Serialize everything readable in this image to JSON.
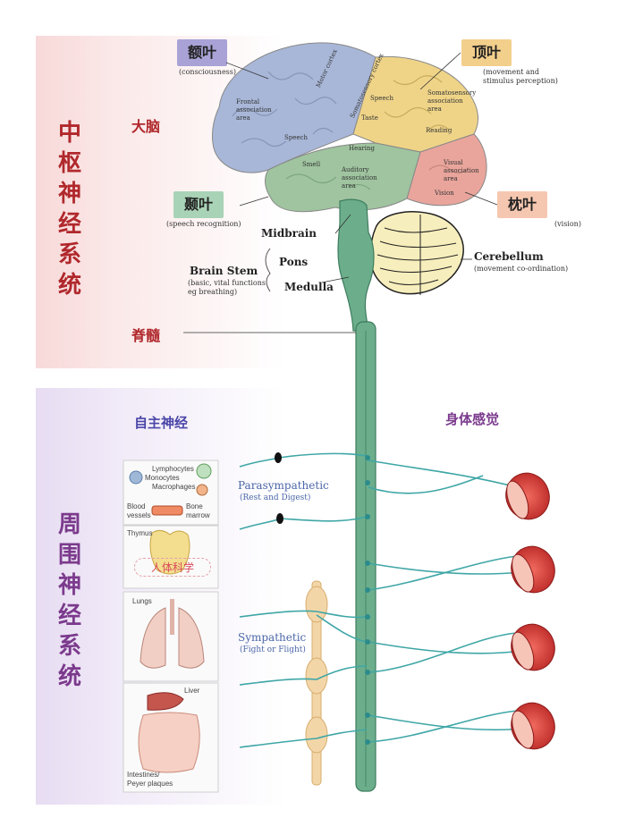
{
  "cns": {
    "title": "中枢神经系统",
    "cerebrum_label": "大脑",
    "spinal_label": "脊髓"
  },
  "pns": {
    "title": "周围神经系统",
    "autonomic_label": "自主神经",
    "somatic_label": "身体感觉",
    "parasympathetic": "Parasympathetic",
    "parasympathetic_sub": "(Rest and Digest)",
    "sympathetic": "Sympathetic",
    "sympathetic_sub": "(Fight or Flight)"
  },
  "lobes": {
    "frontal": {
      "label": "额叶",
      "note": "(consciousness)",
      "color": "#a8a2d6"
    },
    "parietal": {
      "label": "顶叶",
      "note1": "(movement and",
      "note2": "stimulus perception)",
      "color": "#f3cf8c"
    },
    "temporal": {
      "label": "颞叶",
      "note": "(speech recognition)",
      "color": "#a9d3b6"
    },
    "occipital": {
      "label": "枕叶",
      "note": "(vision)",
      "color": "#f6c7b0"
    }
  },
  "brain_regions": {
    "frontal_assoc1": "Frontal",
    "frontal_assoc2": "association",
    "frontal_assoc3": "area",
    "motor_cortex": "Motor cortex",
    "somatosensory_cortex": "Somatosensory cortex",
    "speech_top": "Speech",
    "taste": "Taste",
    "somato_assoc1": "Somatosensory",
    "somato_assoc2": "association",
    "somato_assoc3": "area",
    "reading": "Reading",
    "speech_front": "Speech",
    "hearing": "Hearing",
    "smell": "Smell",
    "auditory1": "Auditory",
    "auditory2": "association",
    "auditory3": "area",
    "visual1": "Visual",
    "visual2": "association",
    "visual3": "area",
    "vision": "Vision"
  },
  "brainstem": {
    "midbrain": "Midbrain",
    "pons": "Pons",
    "medulla": "Medulla",
    "title": "Brain Stem",
    "note1": "(basic, vital functions",
    "note2": "eg breathing)"
  },
  "cerebellum": {
    "label": "Cerebellum",
    "note": "(movement co-ordination)"
  },
  "organs": {
    "lymphocytes": "Lymphocytes",
    "monocytes": "Monocytes",
    "macrophages": "Macrophages",
    "blood": "Blood",
    "vessels": "vessels",
    "bone": "Bone",
    "marrow": "marrow",
    "thymus": "Thymus",
    "lungs": "Lungs",
    "liver": "Liver",
    "intestines1": "Intestines/",
    "intestines2": "Peyer plaques"
  },
  "watermark": "人体科学",
  "colors": {
    "spine": "#6cae8c",
    "nerve": "#3fa6a6",
    "muscle": "#d8322f",
    "ganglion_chain": "#f3d6a8"
  }
}
